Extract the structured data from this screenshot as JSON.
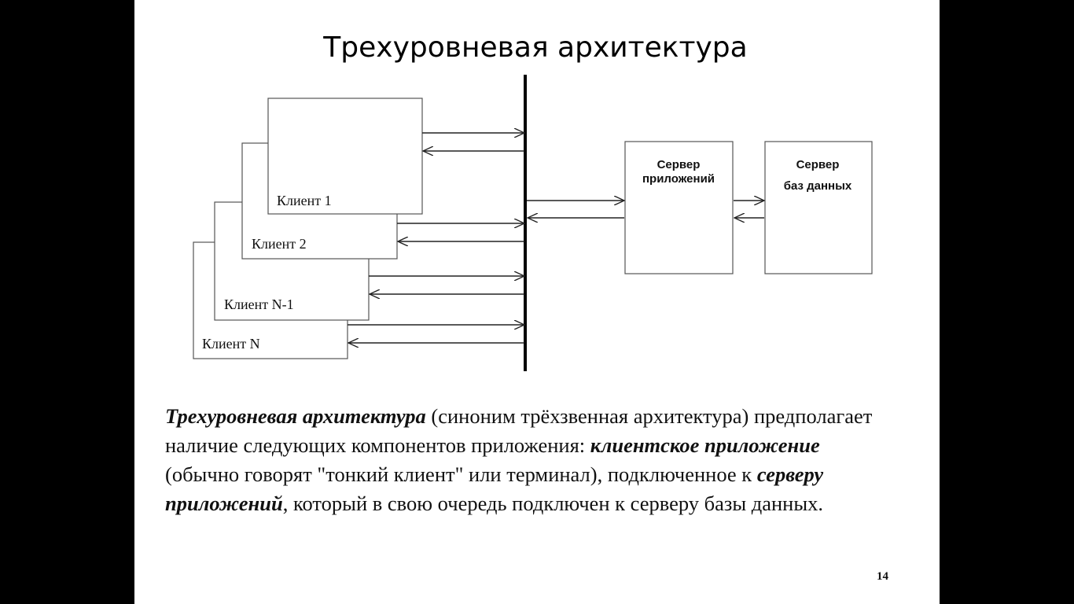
{
  "slide": {
    "title": "Трехуровневая архитектура",
    "page_number": "14"
  },
  "diagram": {
    "clients": [
      "Клиент 1",
      "Клиент 2",
      "Клиент N-1",
      "Клиент N"
    ],
    "app_server": {
      "line1": "Сервер",
      "line2": "приложений"
    },
    "db_server": {
      "line1": "Сервер",
      "line2": "баз данных"
    }
  },
  "description": {
    "term": "Трехуровневая архитектура",
    "synonym": " (синоним трёхзвенная архитектура) предполагает наличие следующих компонентов приложения:",
    "client_app": "клиентское приложение",
    "client_note": " (обычно говорят \"тонкий клиент\" или терминал), подключенное к ",
    "app_server": "серверу приложений",
    "ending": ", который в свою очередь подключен к серверу базы данных."
  }
}
